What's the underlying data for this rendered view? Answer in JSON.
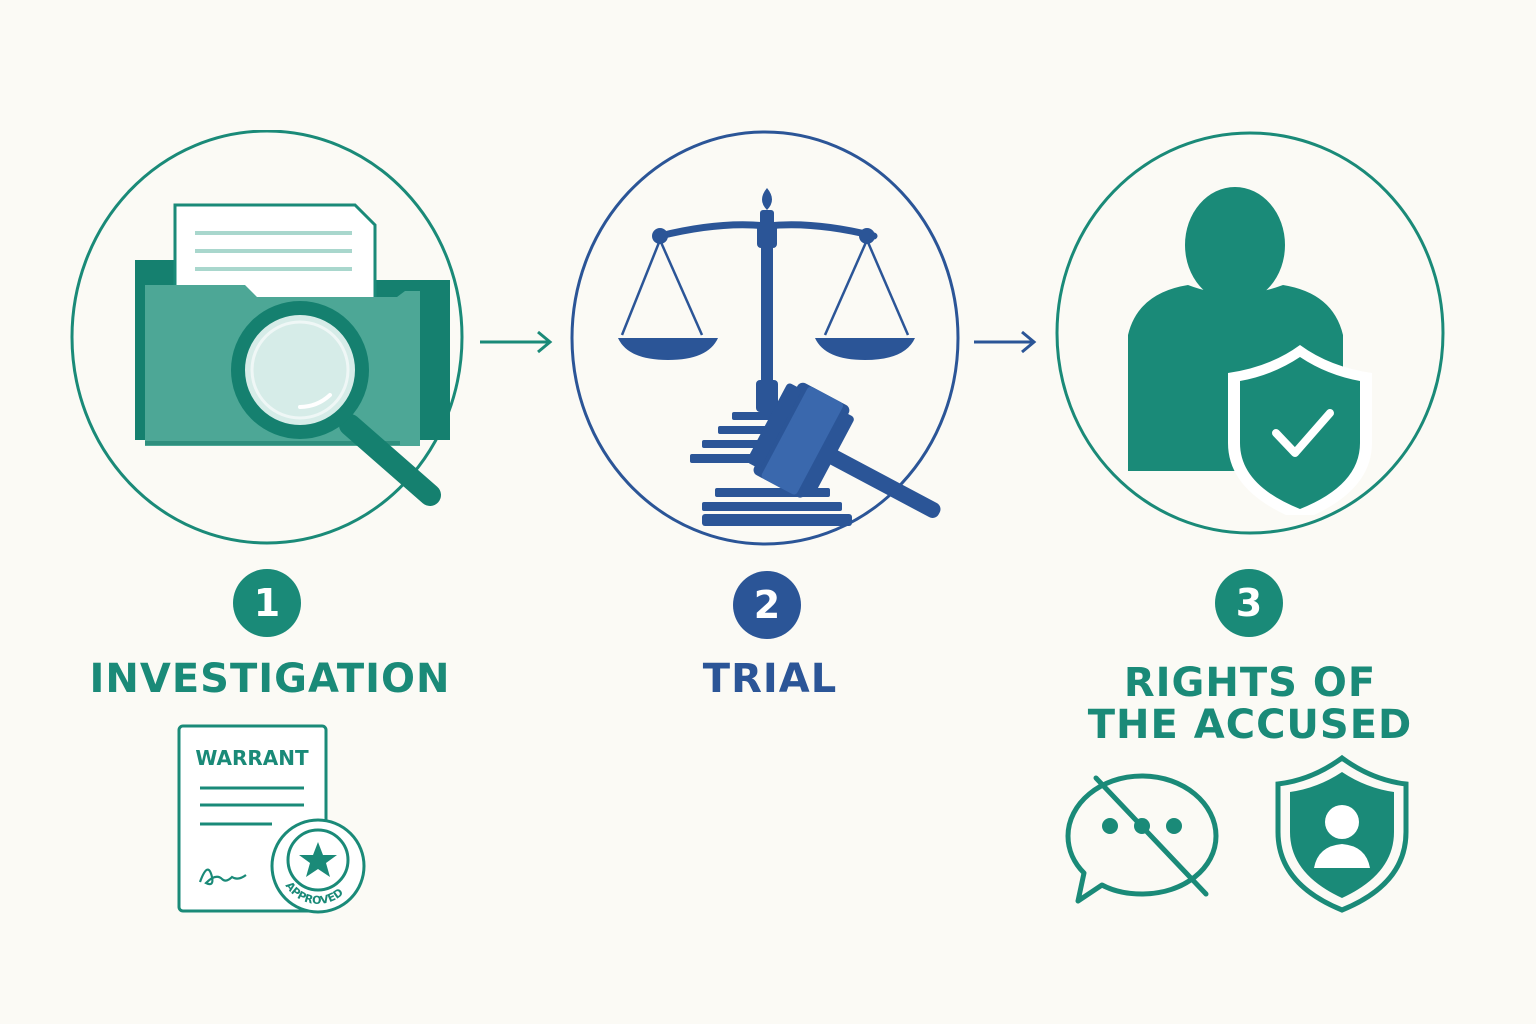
{
  "colors": {
    "teal": "#1a8a78",
    "teal_light": "#4da796",
    "teal_dark": "#15806f",
    "navy": "#2b5597",
    "background": "#fbfaf5"
  },
  "steps": [
    {
      "number": "1",
      "label": "INVESTIGATION",
      "icon": "folder-magnifier-icon"
    },
    {
      "number": "2",
      "label": "TRIAL",
      "icon": "scales-gavel-icon"
    },
    {
      "number": "3",
      "label_line1": "RIGHTS OF",
      "label_line2": "THE ACCUSED",
      "icon": "person-shield-icon"
    }
  ],
  "warrant": {
    "title": "WARRANT",
    "stamp_text": "APPROVED"
  },
  "accused_icons": [
    "no-speech-icon",
    "shield-person-icon"
  ]
}
